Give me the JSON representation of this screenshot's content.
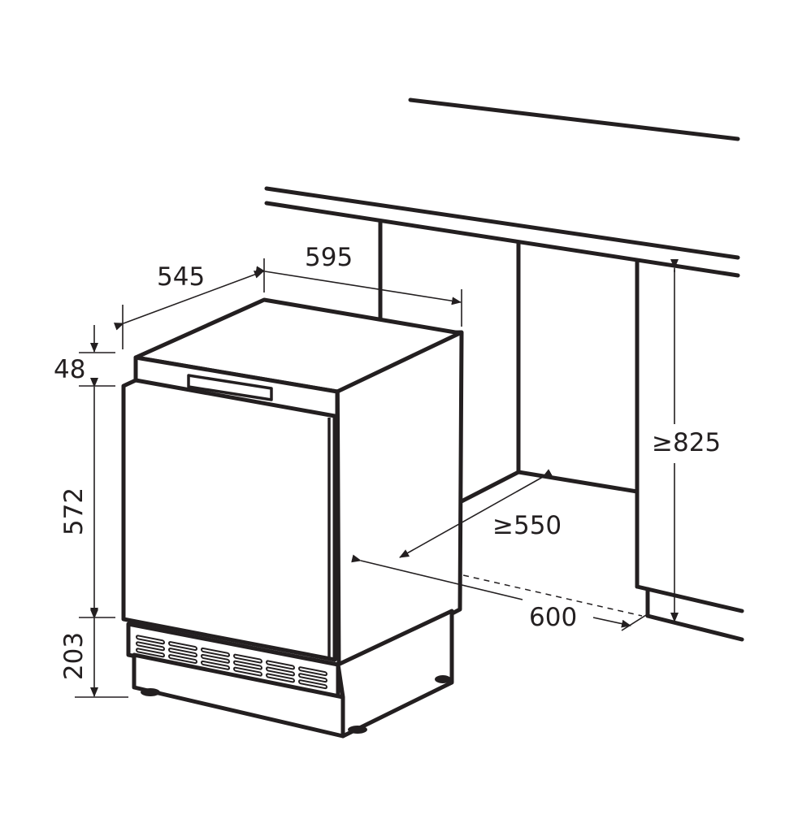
{
  "diagram": {
    "type": "built-in appliance installation dimension drawing",
    "units": "mm",
    "dimensions": {
      "depth": "545",
      "width": "595",
      "top_height": "48",
      "door_height": "572",
      "plinth_height": "203",
      "niche_height_min": "≥825",
      "niche_depth_min": "≥550",
      "niche_width": "600"
    },
    "colors": {
      "line": "#231f20",
      "background": "#ffffff"
    }
  }
}
